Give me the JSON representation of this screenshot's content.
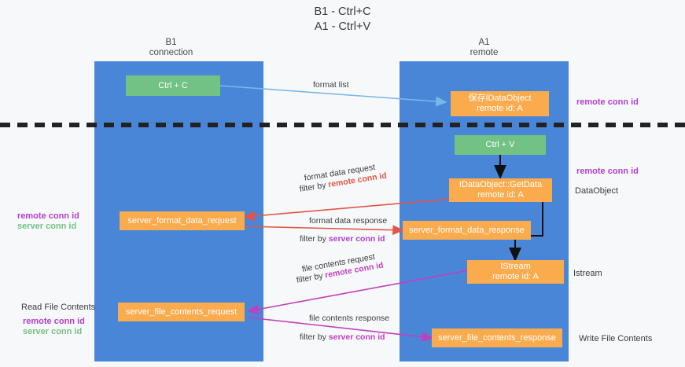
{
  "title": {
    "line1": "B1 - Ctrl+C",
    "line2": "A1 - Ctrl+V"
  },
  "columns": [
    {
      "name": "B1",
      "sub": "connection"
    },
    {
      "name": "A1",
      "sub": "remote"
    }
  ],
  "nodes": {
    "ctrl_c": {
      "label": "Ctrl + C",
      "color": "#72c285"
    },
    "save_dataobject": {
      "label": "保存IDataObject",
      "sub": "remote id: A",
      "color": "#f9ab4e"
    },
    "ctrl_v": {
      "label": "Ctrl + V",
      "color": "#72c285"
    },
    "getdata": {
      "label": "IDataObject::GetData",
      "sub": "remote id: A",
      "color": "#f9ab4e"
    },
    "server_format_data_request": {
      "label": "server_format_data_request",
      "color": "#f9ab4e"
    },
    "server_format_data_response": {
      "label": "server_format_data_response",
      "color": "#f9ab4e"
    },
    "istream": {
      "label": "IStream",
      "sub": "remote id: A",
      "color": "#f9ab4e"
    },
    "server_file_contents_request": {
      "label": "server_file_contents_request",
      "color": "#f9ab4e"
    },
    "server_file_contents_response": {
      "label": "server_file_contents_response",
      "color": "#f9ab4e"
    }
  },
  "edges": {
    "format_list": {
      "label": "format list"
    },
    "format_data_request": {
      "label": "format data request",
      "filter_prefix": "filter by ",
      "filter_value": "remote conn id"
    },
    "format_data_response": {
      "label": "format data response",
      "filter_prefix": "filter by ",
      "filter_value": "server conn id"
    },
    "file_contents_request": {
      "label": "file contents request",
      "filter_prefix": "filter by ",
      "filter_value": "remote conn id"
    },
    "file_contents_response": {
      "label": "file contents response",
      "filter_prefix": "filter by ",
      "filter_value": "server conn id"
    }
  },
  "annotations": {
    "right_remote_conn_id_top": "remote conn id",
    "right_remote_conn_id_mid": "remote conn id",
    "right_dataobject": "DataObject",
    "right_istream": "Istream",
    "right_write_file_contents": "Write File Contents",
    "left_remote_conn_id_mid": "remote conn id",
    "left_server_conn_id_mid": "server conn id",
    "left_read_file_contents": "Read File Contents",
    "left_remote_conn_id_bottom": "remote conn id",
    "left_server_conn_id_bottom": "server conn id"
  },
  "colors": {
    "lane": "#4a86d8",
    "green_node": "#72c285",
    "orange_node": "#f9ab4e",
    "purple": "#b03fd0",
    "green_text": "#72c285",
    "red_arrow": "#e0564a",
    "magenta_arrow": "#c13fbe",
    "blue_arrow": "#7ab7e8",
    "black_arrow": "#111111",
    "background": "#f7f8fa"
  }
}
